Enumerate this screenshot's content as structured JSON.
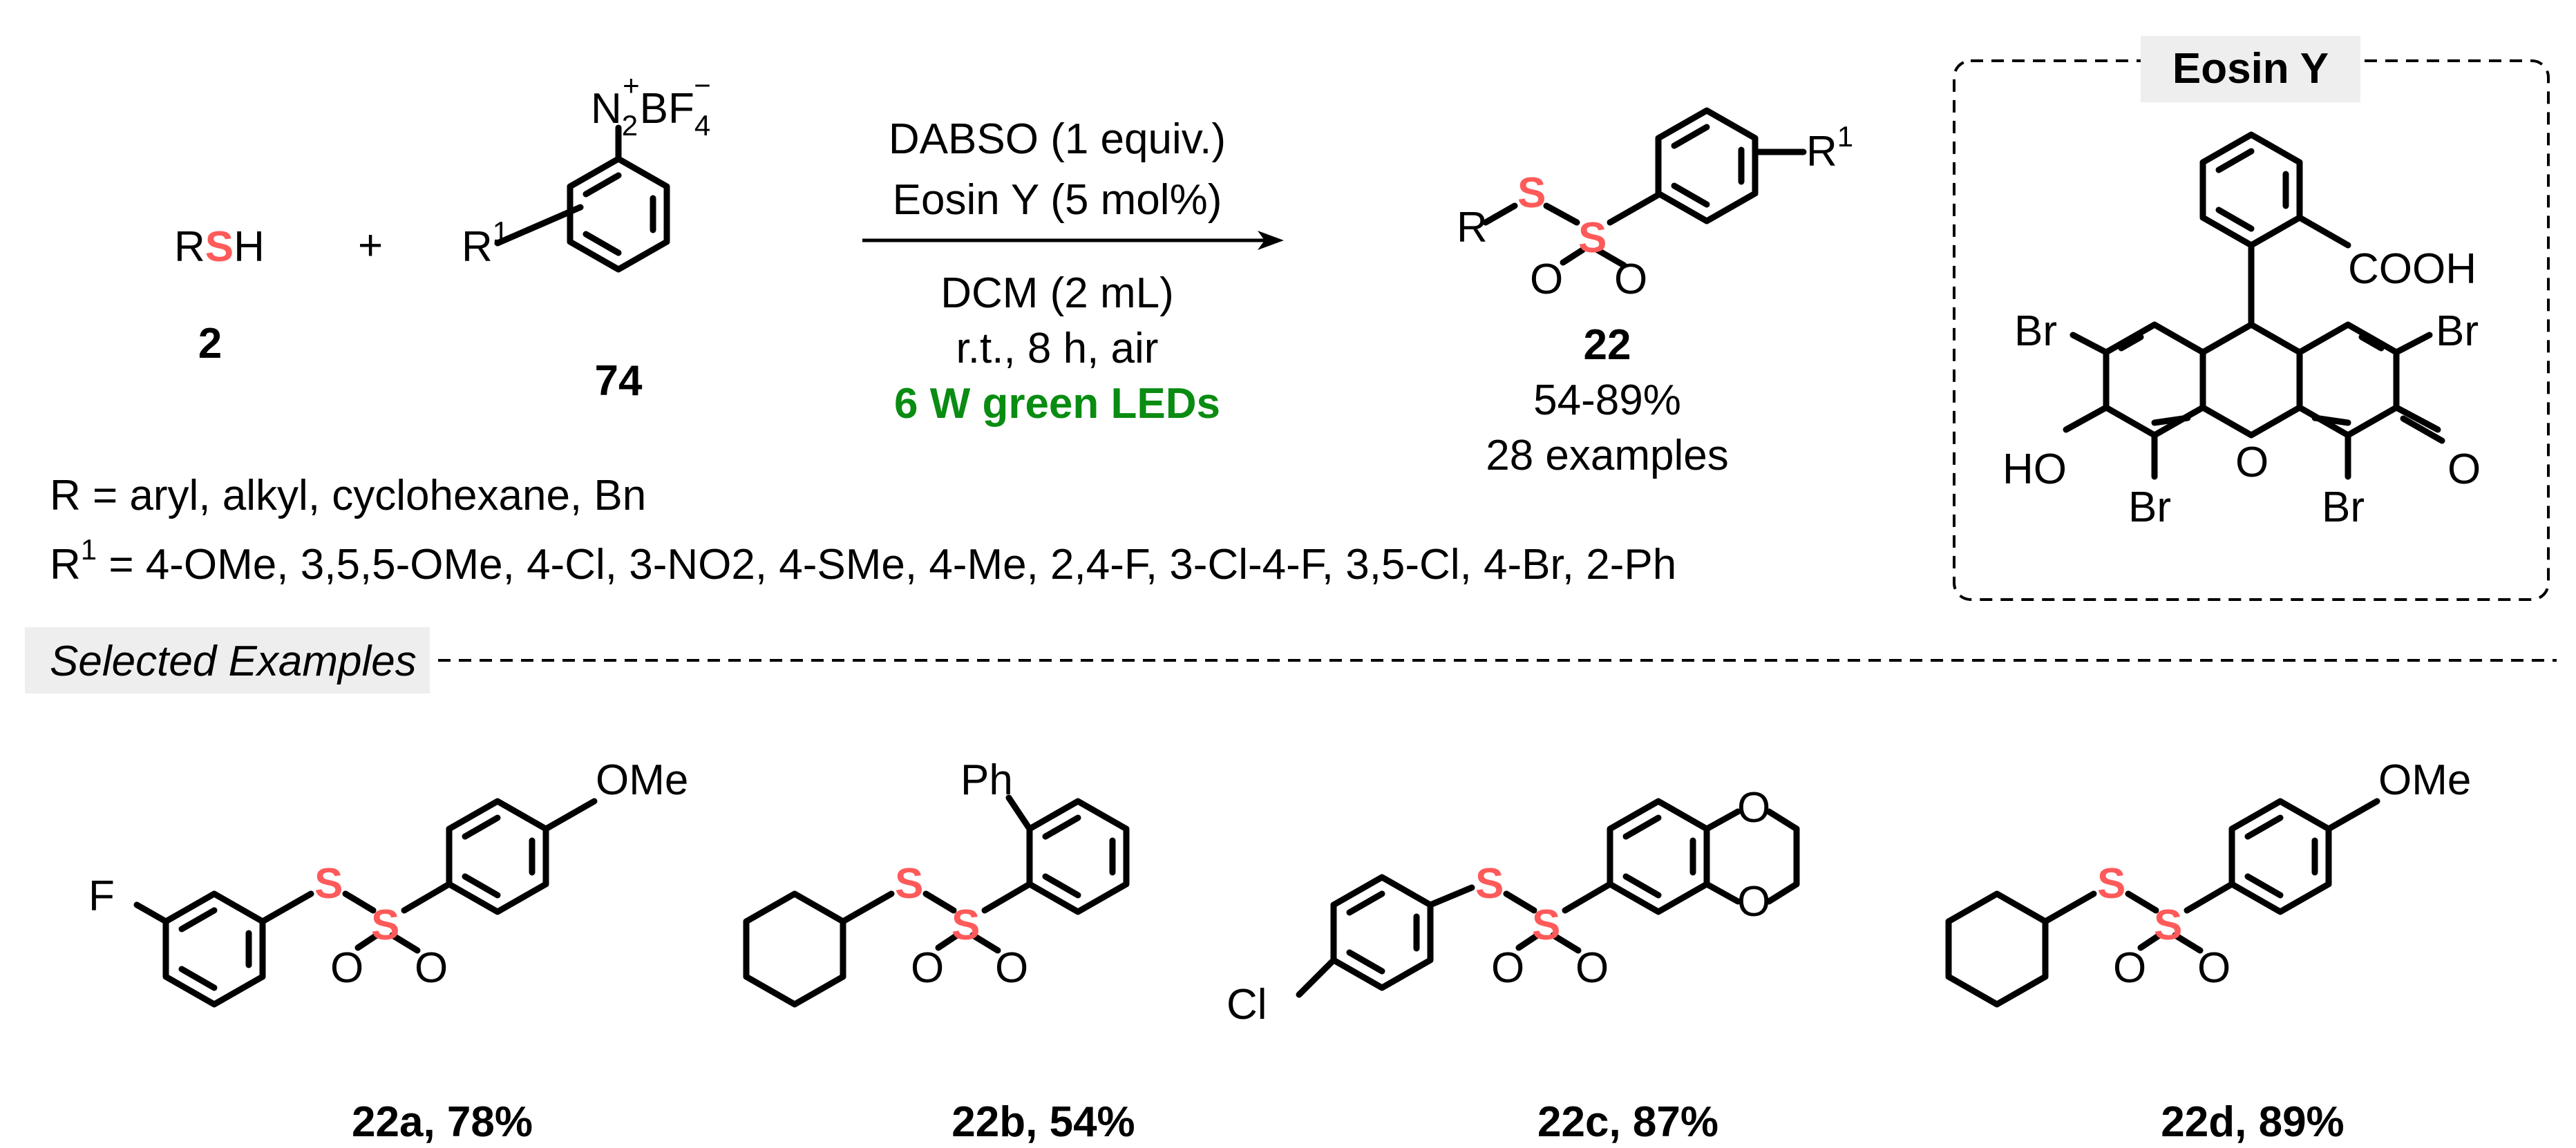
{
  "reaction": {
    "reactant1": {
      "pre": "R",
      "s": "S",
      "post": "H",
      "number": "2"
    },
    "plus": "+",
    "reactant2": {
      "n": "N",
      "n_sub": "2",
      "n_sup": "+",
      "bf": "BF",
      "bf_sub": "4",
      "bf_sup": "−",
      "r1": "R",
      "r1_sup": "1",
      "number": "74"
    },
    "conditions": {
      "above1": "DABSO (1 equiv.)",
      "above2": "Eosin Y (5 mol%)",
      "below1": "DCM (2 mL)",
      "below2": "r.t., 8 h, air",
      "light": "6 W green LEDs"
    },
    "product": {
      "r": "R",
      "r1": "R",
      "r1_sup": "1",
      "number": "22",
      "yield_range": "54-89%",
      "examples": "28 examples"
    }
  },
  "substituents": {
    "r_line": "R = aryl, alkyl, cyclohexane, Bn",
    "r1_prefix": "R",
    "r1_sup": "1",
    "r1_rest": " = 4-OMe, 3,5,5-OMe, 4-Cl, 3-NO2, 4-SMe, 4-Me, 2,4-F, 3-Cl-4-F, 3,5-Cl, 4-Br, 2-Ph"
  },
  "catalyst": {
    "title": "Eosin Y",
    "cooh": "COOH",
    "br": "Br",
    "ho": "HO",
    "o": "O"
  },
  "selected_header": "Selected Examples",
  "atoms": {
    "S": "S",
    "O": "O",
    "F": "F",
    "Cl": "Cl",
    "OMe": "OMe",
    "Ph": "Ph"
  },
  "examples": [
    {
      "label": "22a, 78%"
    },
    {
      "label": "22b, 54%"
    },
    {
      "label": "22c, 87%"
    },
    {
      "label": "22d, 89%"
    }
  ],
  "colors": {
    "sulfur": "#ff5a5a",
    "light": "#0a8c12",
    "tag_bg": "#eeeeee"
  }
}
